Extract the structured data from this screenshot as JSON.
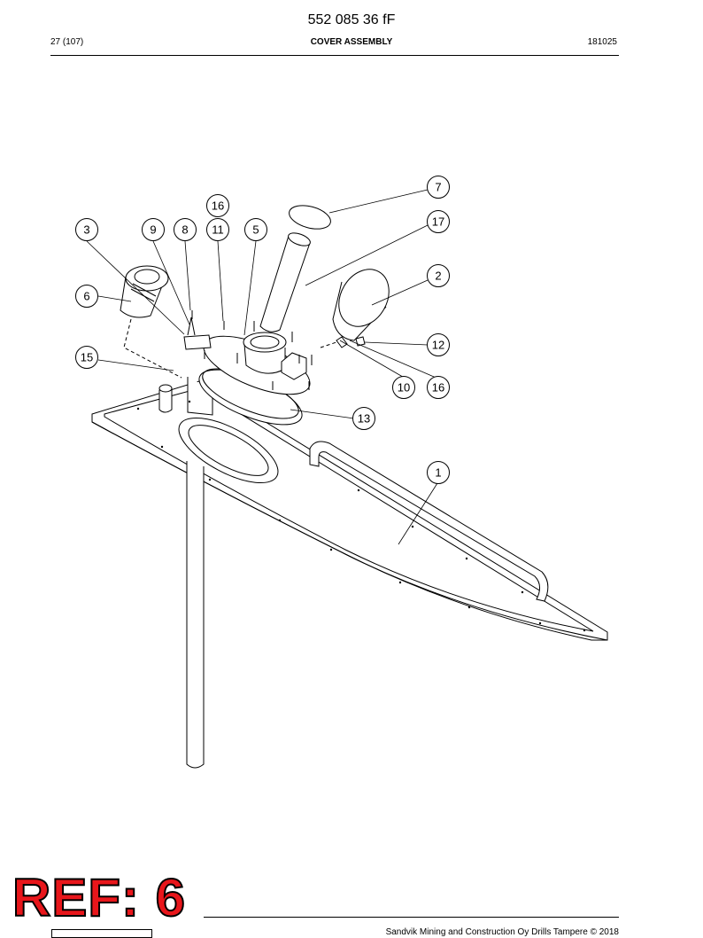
{
  "header": {
    "doc_number": "552 085 36 fF",
    "page": "27 (107)",
    "title": "COVER ASSEMBLY",
    "date_code": "181025"
  },
  "footer": {
    "copyright": "Sandvik Mining and Construction Oy Drills Tampere © 2018"
  },
  "stamp": {
    "text": "REF: 6",
    "color": "#e8161b"
  },
  "callouts": {
    "c1": "1",
    "c2": "2",
    "c3": "3",
    "c5": "5",
    "c6": "6",
    "c7": "7",
    "c8": "8",
    "c9": "9",
    "c10": "10",
    "c11": "11",
    "c12": "12",
    "c13": "13",
    "c15": "15",
    "c16a": "16",
    "c16b": "16",
    "c17": "17"
  }
}
